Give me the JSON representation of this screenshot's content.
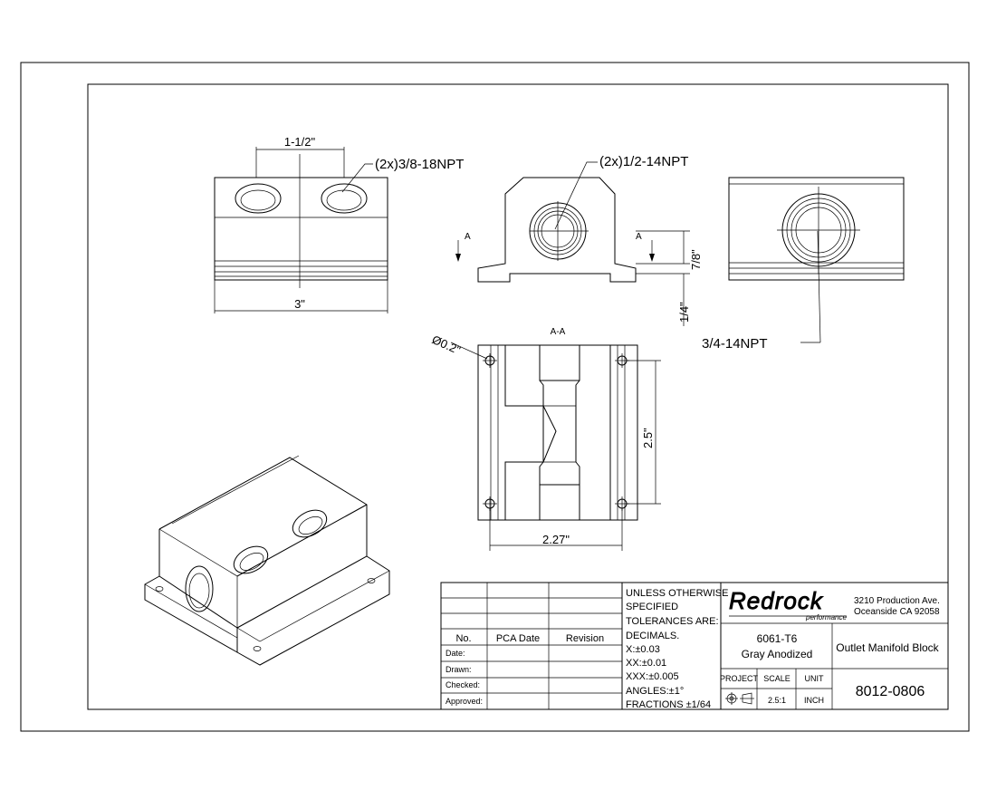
{
  "views": {
    "top": {
      "dim_spacing": "1-1/2\"",
      "dim_width": "3\"",
      "callout_ports": "(2x)3/8-18NPT"
    },
    "front": {
      "callout_ports": "(2x)1/2-14NPT",
      "section_mark_left": "A",
      "section_mark_right": "A",
      "dim_center_height": "7/8\"",
      "dim_base_height": "1/4\""
    },
    "side": {
      "callout_port": "3/4-14NPT"
    },
    "section": {
      "label": "A-A",
      "hole_dia": "Ø0.2\"",
      "dim_height": "2.5\"",
      "dim_width": "2.27\""
    }
  },
  "title_block": {
    "rev_headers": [
      "No.",
      "PCA Date",
      "Revision"
    ],
    "sign_rows": [
      "Date:",
      "Drawn:",
      "Checked:",
      "Approved:"
    ],
    "tolerances": [
      "UNLESS OTHERWISE",
      "SPECIFIED",
      "TOLERANCES ARE:",
      "DECIMALS.",
      "X:±0.03",
      "XX:±0.01",
      "XXX:±0.005",
      "ANGLES:±1°",
      "FRACTIONS ±1/64"
    ],
    "logo": "Redrock",
    "logo_sub": "performance",
    "address_line1": "3210 Production Ave.",
    "address_line2": "Oceanside CA 92058",
    "material_line1": "6061-T6",
    "material_line2": "Gray Anodized",
    "part_name": "Outlet Manifold Block",
    "project_label": "PROJECT",
    "scale_label": "SCALE",
    "unit_label": "UNIT",
    "scale_value": "2.5:1",
    "unit_value": "INCH",
    "part_number": "8012-0806"
  }
}
